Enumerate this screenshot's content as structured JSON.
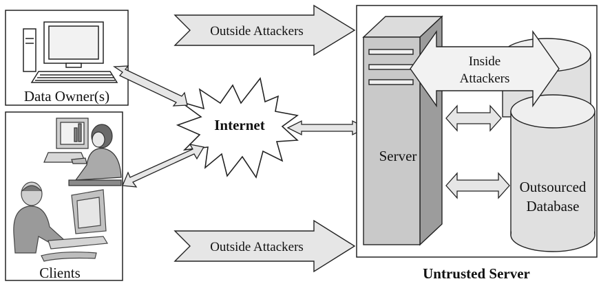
{
  "diagram": {
    "data_owner_label": "Data Owner(s)",
    "clients_label": "Clients",
    "internet_label": "Internet",
    "outside_attackers_top": "Outside Attackers",
    "outside_attackers_bottom": "Outside Attackers",
    "inside_attackers_line1": "Inside",
    "inside_attackers_line2": "Attackers",
    "server_label": "Server",
    "database_line1": "Outsourced",
    "database_line2": "Database",
    "untrusted_server_label": "Untrusted Server"
  },
  "colors": {
    "stroke": "#222222",
    "fill_light": "#e6e6e6",
    "fill_mid": "#cfcfcf",
    "fill_dark": "#9a9a9a"
  }
}
